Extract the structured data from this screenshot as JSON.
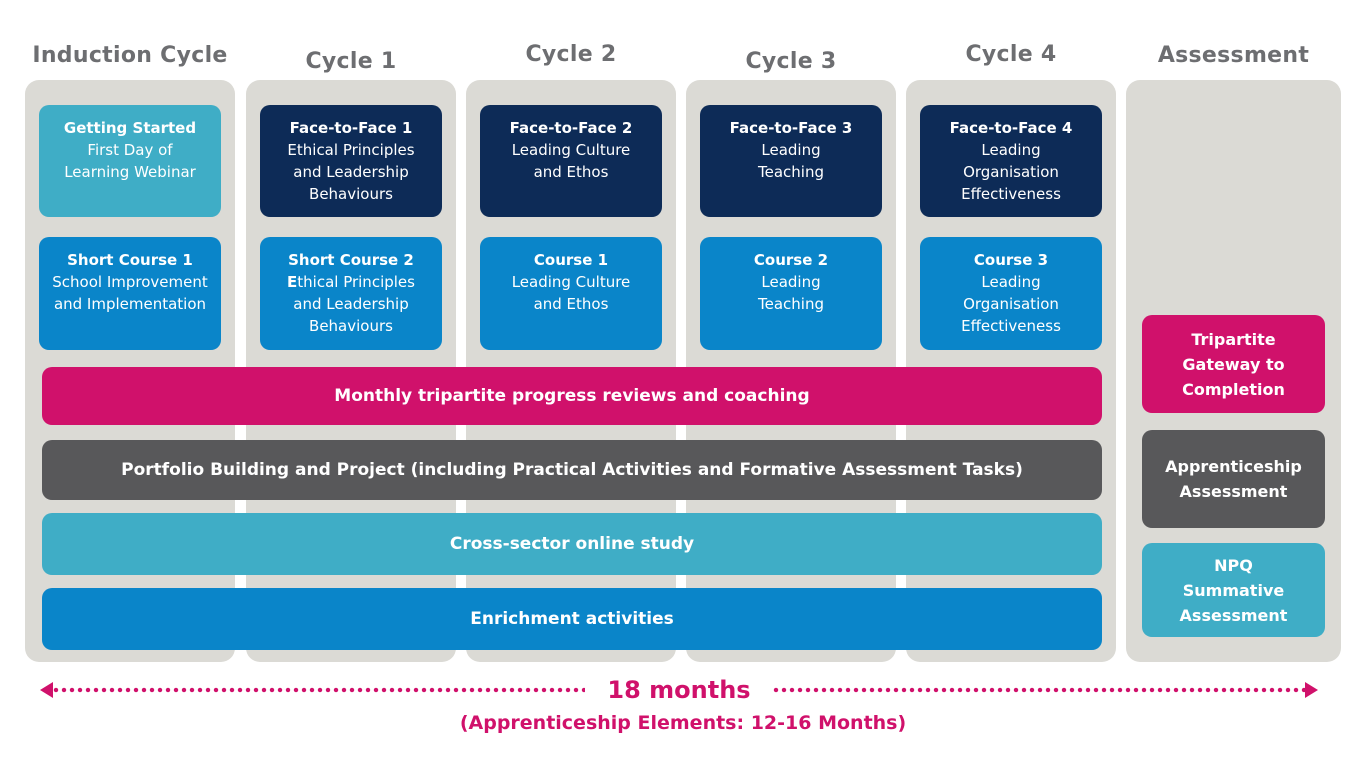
{
  "colors": {
    "pink": "#d0116b",
    "navy": "#0d2b57",
    "blue": "#0a85c9",
    "teal": "#3fadc6",
    "dark_gray": "#58585a",
    "column_background": "#dbdad5",
    "header_text": "#6d6e71",
    "card_text": "#ffffff"
  },
  "columns": [
    {
      "title": "Induction Cycle",
      "cards": [
        {
          "title": "Getting Started",
          "subtitle": "First Day of\nLearning Webinar",
          "color": "teal"
        },
        {
          "title": "Short Course 1",
          "subtitle": "School Improvement\nand Implementation",
          "color": "blue"
        }
      ]
    },
    {
      "title": "Cycle 1",
      "cards": [
        {
          "title": "Face-to-Face 1",
          "subtitle": "Ethical Principles\nand Leadership\nBehaviours",
          "color": "navy"
        },
        {
          "title": "Short Course 2",
          "subtitle_bold_prefix": "E",
          "subtitle": "thical Principles\nand Leadership\nBehaviours",
          "color": "blue"
        }
      ]
    },
    {
      "title": "Cycle 2",
      "cards": [
        {
          "title": "Face-to-Face 2",
          "subtitle": "Leading Culture\nand Ethos",
          "color": "navy"
        },
        {
          "title": "Course 1",
          "subtitle": "Leading Culture\nand Ethos",
          "color": "blue"
        }
      ]
    },
    {
      "title": "Cycle 3",
      "cards": [
        {
          "title": "Face-to-Face 3",
          "subtitle": "Leading\nTeaching",
          "color": "navy"
        },
        {
          "title": "Course 2",
          "subtitle": "Leading\nTeaching",
          "color": "blue"
        }
      ]
    },
    {
      "title": "Cycle 4",
      "cards": [
        {
          "title": "Face-to-Face 4",
          "subtitle": "Leading\nOrganisation\nEffectiveness",
          "color": "navy"
        },
        {
          "title": "Course 3",
          "subtitle": "Leading\nOrganisation\nEffectiveness",
          "color": "blue"
        }
      ]
    },
    {
      "title": "Assessment",
      "cards": [
        {
          "title": "Tripartite\nGateway to\nCompletion",
          "color": "pink"
        },
        {
          "title": "Apprenticeship\nAssessment",
          "color": "dark_gray"
        },
        {
          "title": "NPQ\nSummative\nAssessment",
          "color": "teal"
        }
      ]
    }
  ],
  "bars": [
    {
      "label": "Monthly tripartite progress reviews and coaching",
      "color": "pink"
    },
    {
      "label": "Portfolio Building and Project (including Practical Activities and Formative Assessment Tasks)",
      "color": "dark_gray"
    },
    {
      "label": "Cross-sector online study",
      "color": "teal"
    },
    {
      "label": "Enrichment activities",
      "color": "blue"
    }
  ],
  "timeline": {
    "duration_label": "18 months",
    "range_note": "(Apprenticeship Elements: 12-16 Months)"
  }
}
